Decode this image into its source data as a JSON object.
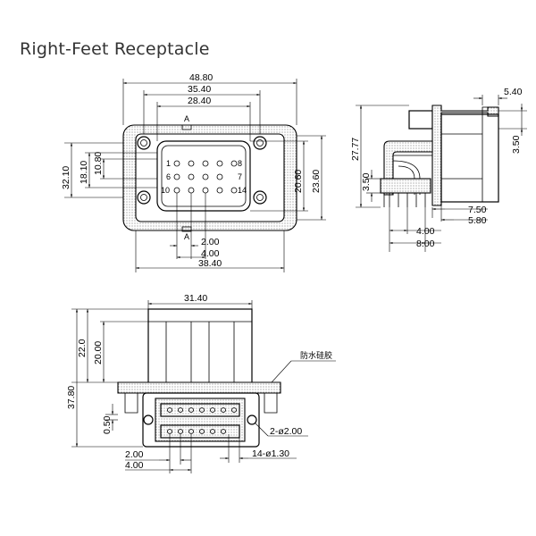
{
  "title": "Right-Feet Receptacle",
  "front_view": {
    "dims": [
      "48.80",
      "35.40",
      "28.40",
      "32.10",
      "18.10",
      "10.80",
      "20.60",
      "23.60",
      "2.00",
      "4.00",
      "38.40"
    ],
    "pin_labels": [
      "1",
      "8",
      "6",
      "7",
      "10",
      "14"
    ],
    "section_marks": [
      "A",
      "A"
    ]
  },
  "side_view": {
    "dims": [
      "5.40",
      "27.77",
      "3.50",
      "3.50",
      "7.50",
      "5.80",
      "4.00",
      "8.00"
    ]
  },
  "bottom_view": {
    "dims": [
      "31.40",
      "22.0",
      "20.00",
      "37.80",
      "0.50",
      "2.00",
      "4.00",
      "2-ø2.00",
      "14-ø1.30"
    ],
    "note": "防水硅胶"
  },
  "colors": {
    "line": "#000000",
    "title": "#333333",
    "hatch_dot": "#555555"
  }
}
